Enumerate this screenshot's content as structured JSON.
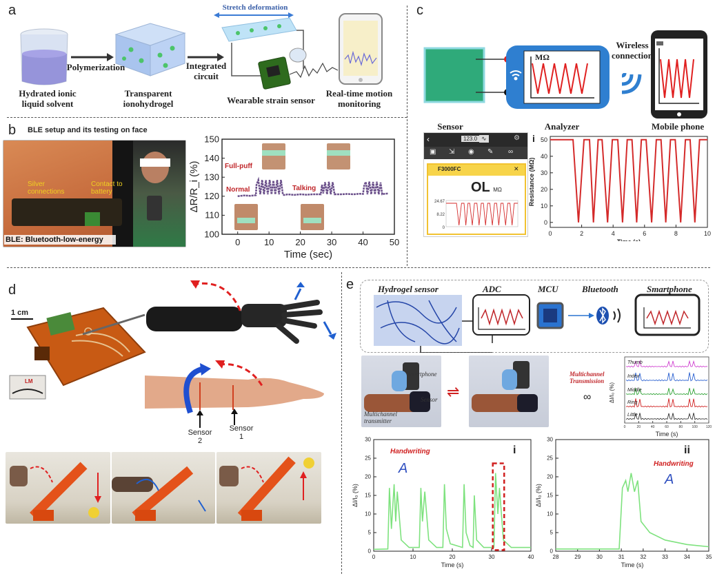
{
  "panel_letters": {
    "a": "a",
    "b": "b",
    "c": "c",
    "d": "d",
    "e": "e"
  },
  "a": {
    "step1": "Hydrated ionic liquid solvent",
    "arrow1": "Polymerization",
    "step2": "Transparent ionohydrogel",
    "arrow2": "Integrated circuit",
    "stretch": "Stretch deformation",
    "sensor": "Wearable strain sensor",
    "monitor": "Real-time motion monitoring"
  },
  "b": {
    "title": "BLE setup and its testing on face",
    "silver": "Silver connections",
    "contact": "Contact to battery",
    "ble_caption": "BLE: Bluetooth-low-energy",
    "full_puff": "Full-puff",
    "normal": "Normal",
    "talking": "Talking"
  },
  "c": {
    "wireless": "Wireless connection",
    "mohm": "MΩ",
    "sensor": "Sensor",
    "analyzer": "Analyzer",
    "mobile": "Mobile phone",
    "app_value": "123.0",
    "device_name": "F3000FC",
    "ol": "OL",
    "ol_unit": "MΩ",
    "mini_y": [
      "24.67",
      "8.22",
      "0"
    ],
    "sub_i": "i"
  },
  "d": {
    "scale": "1 cm",
    "lm": "LM",
    "sensor1": "Sensor 1",
    "sensor2": "Sensor 2"
  },
  "e": {
    "hydrogel": "Hydrogel sensor",
    "adc": "ADC",
    "mcu": "MCU",
    "bluetooth": "Bluetooth",
    "smartphone": "Smartphone",
    "photo_smartphone": "Smartphone",
    "photo_sensor": "Sensor",
    "photo_transmitter": "Multichannel transmitter",
    "multichannel": "Multichannel Transmission",
    "sub_i": "i",
    "sub_ii": "ii",
    "handwriting": "Handwriting",
    "letter": "A"
  },
  "colors": {
    "purple": "#6a4f8a",
    "red": "#d42a2a",
    "green": "#7ee27e",
    "blue_device": "#2f7fd0",
    "dark": "#222222"
  },
  "chart_data": [
    {
      "id": "b",
      "type": "line",
      "xlabel": "Time (sec)",
      "ylabel": "ΔR/R_i (%)",
      "xlim": [
        -5,
        50
      ],
      "ylim": [
        100,
        150
      ],
      "xticks": [
        0,
        10,
        20,
        30,
        40,
        50
      ],
      "yticks": [
        100,
        110,
        120,
        130,
        140,
        150
      ],
      "grid": false,
      "series": [
        {
          "points": [
            [
              0,
              120
            ],
            [
              2,
              120.4
            ],
            [
              4,
              120.2
            ],
            [
              5.8,
              120.5
            ],
            [
              6,
              126
            ],
            [
              6.6,
              128.5
            ],
            [
              7.2,
              121
            ],
            [
              7.8,
              128.6
            ],
            [
              8.4,
              121
            ],
            [
              9,
              128.4
            ],
            [
              9.6,
              121
            ],
            [
              10.2,
              128.6
            ],
            [
              10.8,
              121
            ],
            [
              11.4,
              128.2
            ],
            [
              12,
              121
            ],
            [
              12.6,
              128.5
            ],
            [
              13.2,
              121
            ],
            [
              13.8,
              128.6
            ],
            [
              14.4,
              121
            ],
            [
              14.8,
              120.6
            ],
            [
              16,
              121
            ],
            [
              18,
              120.7
            ],
            [
              20,
              121
            ],
            [
              22,
              120.8
            ],
            [
              24,
              121
            ],
            [
              26.5,
              121
            ],
            [
              26.9,
              126
            ],
            [
              27.3,
              121.5
            ],
            [
              27.9,
              127.4
            ],
            [
              28.5,
              121
            ],
            [
              29.1,
              127.6
            ],
            [
              29.7,
              121
            ],
            [
              30.3,
              127.4
            ],
            [
              30.9,
              121
            ],
            [
              31.3,
              121
            ],
            [
              33,
              121
            ],
            [
              35,
              121.2
            ],
            [
              37,
              121
            ],
            [
              39,
              121.3
            ],
            [
              40,
              121.2
            ],
            [
              40.4,
              126
            ],
            [
              40.9,
              127.5
            ],
            [
              41.4,
              121
            ],
            [
              42,
              127.7
            ],
            [
              42.6,
              121
            ],
            [
              43.2,
              127.5
            ],
            [
              43.8,
              121
            ],
            [
              44.4,
              127.6
            ],
            [
              45,
              121
            ],
            [
              45.6,
              127.2
            ],
            [
              46.1,
              121
            ],
            [
              47,
              121.3
            ],
            [
              48,
              121.4
            ]
          ]
        }
      ]
    },
    {
      "id": "c-i",
      "type": "line",
      "xlabel": "Time (s)",
      "ylabel": "Resistance (MΩ)",
      "xlim": [
        0,
        10
      ],
      "ylim": [
        -3,
        52
      ],
      "xticks": [
        0,
        2,
        4,
        6,
        8,
        10
      ],
      "yticks": [
        0,
        10,
        20,
        30,
        40,
        50
      ],
      "grid": false,
      "series": [
        {
          "points": [
            [
              0,
              50
            ],
            [
              1.45,
              50
            ],
            [
              1.8,
              0
            ],
            [
              2.15,
              50
            ],
            [
              2.5,
              50
            ],
            [
              2.75,
              0
            ],
            [
              3.05,
              50
            ],
            [
              3.3,
              50
            ],
            [
              3.65,
              0
            ],
            [
              3.95,
              50
            ],
            [
              4.3,
              50
            ],
            [
              4.6,
              0
            ],
            [
              4.9,
              50
            ],
            [
              5.2,
              50
            ],
            [
              5.5,
              0
            ],
            [
              5.8,
              50
            ],
            [
              6.1,
              50
            ],
            [
              6.45,
              0
            ],
            [
              6.75,
              50
            ],
            [
              7.05,
              50
            ],
            [
              7.35,
              0
            ],
            [
              7.65,
              50
            ],
            [
              7.95,
              50
            ],
            [
              8.3,
              0
            ],
            [
              8.6,
              50
            ],
            [
              8.9,
              50
            ],
            [
              9.2,
              0
            ],
            [
              9.5,
              50
            ],
            [
              10,
              50
            ]
          ]
        }
      ]
    },
    {
      "id": "e-channels",
      "type": "line",
      "xlabel": "Time (s)",
      "ylabel": "ΔI/I₀ (%)",
      "xlim": [
        0,
        120
      ],
      "xticks": [
        0,
        20,
        40,
        60,
        80,
        100,
        120
      ],
      "legend": [
        "Thumb",
        "Index",
        "Middle",
        "Ring",
        "Little"
      ]
    },
    {
      "id": "e-i",
      "type": "line",
      "xlabel": "Time (s)",
      "ylabel": "ΔI/I₀ (%)",
      "xlim": [
        0,
        40
      ],
      "ylim": [
        0,
        30
      ],
      "xticks": [
        0,
        10,
        20,
        30,
        40
      ],
      "yticks": [
        0,
        5,
        10,
        15,
        20,
        25,
        30
      ],
      "series": [
        {
          "points": [
            [
              0,
              0.5
            ],
            [
              3.6,
              0.6
            ],
            [
              4,
              17
            ],
            [
              4.5,
              6
            ],
            [
              5.2,
              18
            ],
            [
              5.6,
              8
            ],
            [
              6,
              16
            ],
            [
              7,
              3
            ],
            [
              9,
              1
            ],
            [
              11.6,
              1
            ],
            [
              12,
              17
            ],
            [
              12.4,
              8
            ],
            [
              13,
              16
            ],
            [
              14,
              3
            ],
            [
              16,
              1
            ],
            [
              17.6,
              1
            ],
            [
              18,
              18
            ],
            [
              18.5,
              6
            ],
            [
              19.5,
              2
            ],
            [
              22.6,
              1
            ],
            [
              23,
              18
            ],
            [
              23.5,
              5
            ],
            [
              24.5,
              1.5
            ],
            [
              25.3,
              1
            ],
            [
              25.6,
              15
            ],
            [
              26.2,
              3
            ],
            [
              28,
              1
            ],
            [
              30.6,
              1
            ],
            [
              31,
              21
            ],
            [
              31.6,
              10
            ],
            [
              32,
              17
            ],
            [
              33,
              3
            ],
            [
              35,
              1
            ],
            [
              40,
              1
            ]
          ]
        }
      ]
    },
    {
      "id": "e-ii",
      "type": "line",
      "xlabel": "Time (s)",
      "ylabel": "ΔI/I₀ (%)",
      "xlim": [
        28,
        35
      ],
      "ylim": [
        0,
        30
      ],
      "xticks": [
        28,
        29,
        30,
        31,
        32,
        33,
        34,
        35
      ],
      "yticks": [
        0,
        5,
        10,
        15,
        20,
        25,
        30
      ],
      "series": [
        {
          "points": [
            [
              28,
              0.6
            ],
            [
              30.9,
              0.6
            ],
            [
              31.05,
              17
            ],
            [
              31.2,
              19
            ],
            [
              31.3,
              16
            ],
            [
              31.45,
              21
            ],
            [
              31.6,
              16
            ],
            [
              31.75,
              19
            ],
            [
              31.9,
              8
            ],
            [
              32.3,
              5
            ],
            [
              33,
              3
            ],
            [
              34,
              1.8
            ],
            [
              35,
              1.2
            ]
          ]
        }
      ]
    }
  ]
}
